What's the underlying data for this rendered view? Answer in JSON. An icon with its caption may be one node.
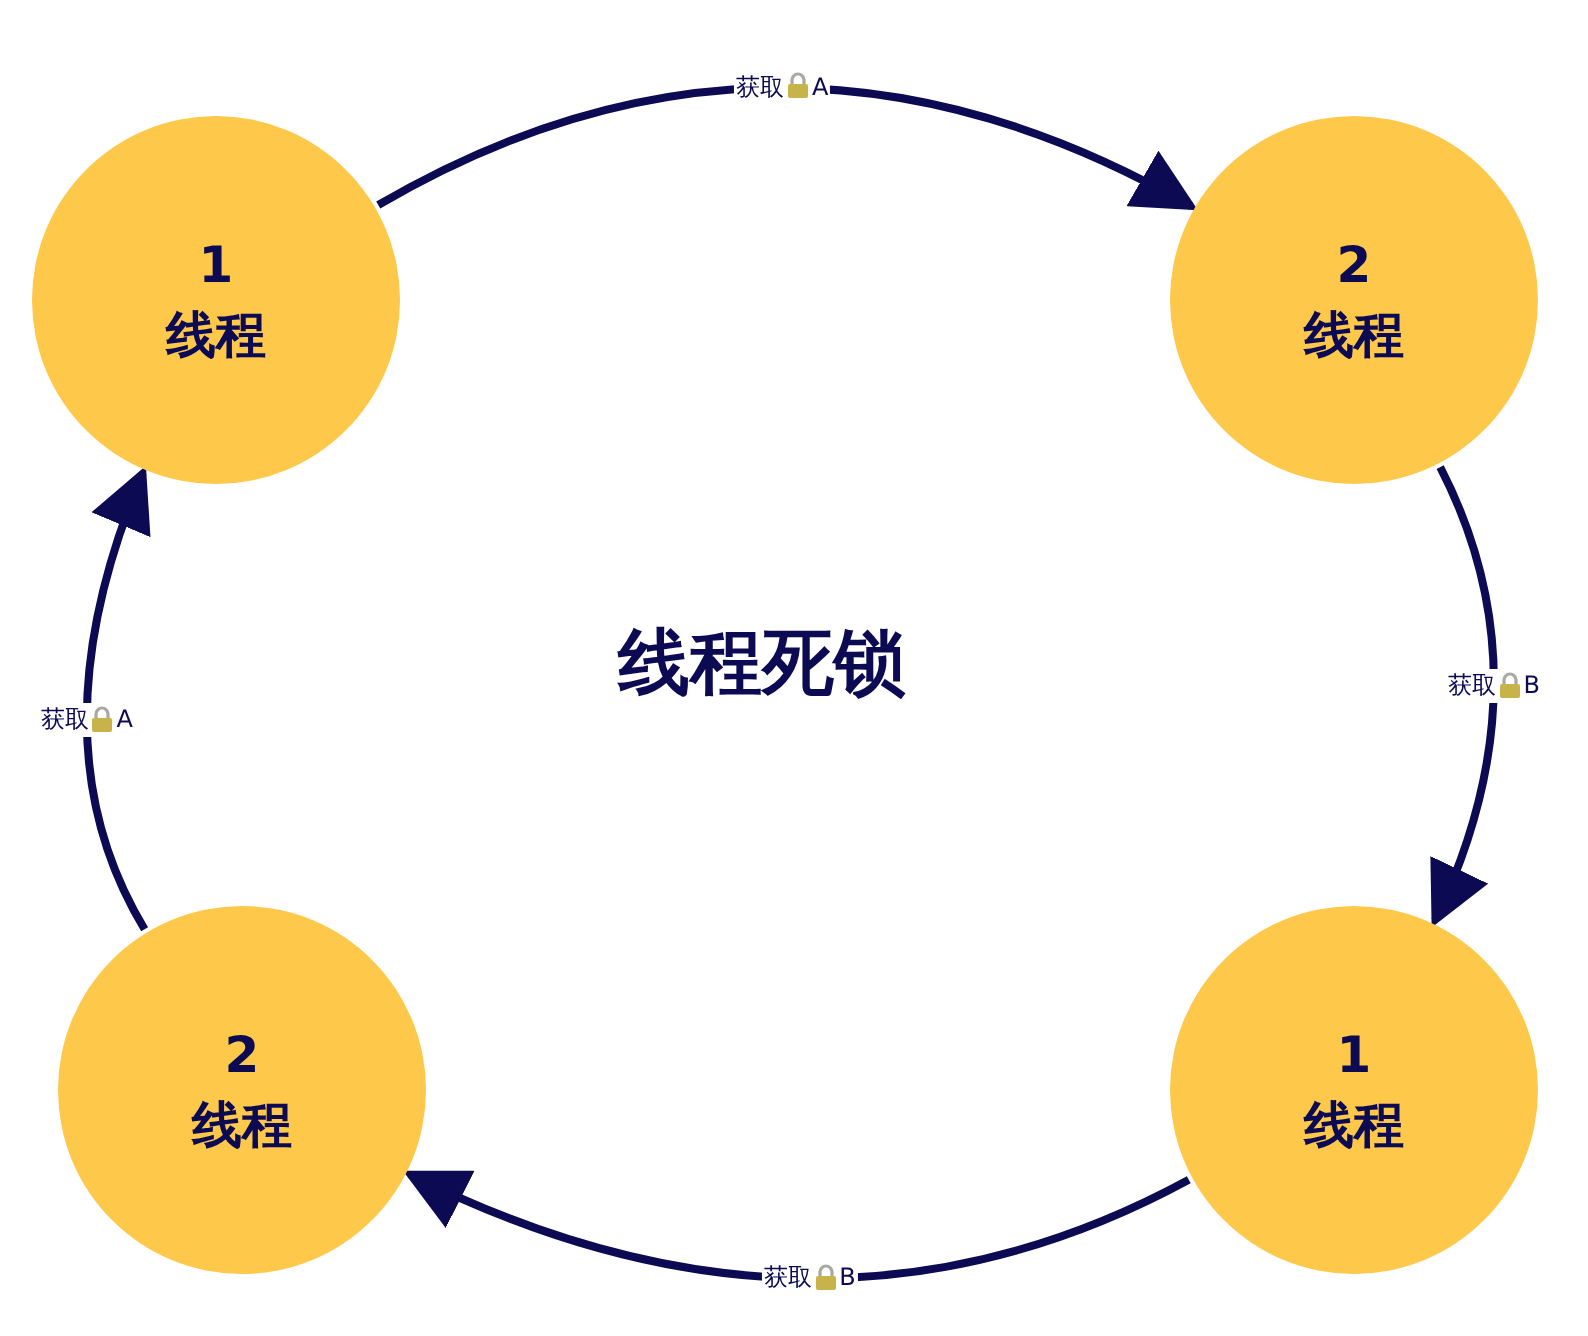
{
  "diagram": {
    "title": "线程死锁",
    "nodes": [
      {
        "text": [
          "1",
          "线程"
        ]
      },
      {
        "text": [
          "2",
          "线程"
        ]
      },
      {
        "text": [
          "1",
          "线程"
        ]
      },
      {
        "text": [
          "2",
          "线程"
        ]
      }
    ],
    "edges": [
      {
        "from": 0,
        "to": 1,
        "arrow": "to",
        "label": "获取 A"
      },
      {
        "from": 1,
        "to": 2,
        "arrow": "to",
        "label": "获取 B"
      },
      {
        "from": 2,
        "to": 3,
        "arrow": "to",
        "label": "获取 B"
      },
      {
        "from": 3,
        "to": 0,
        "arrow": "to",
        "label": "获取 A"
      }
    ]
  }
}
